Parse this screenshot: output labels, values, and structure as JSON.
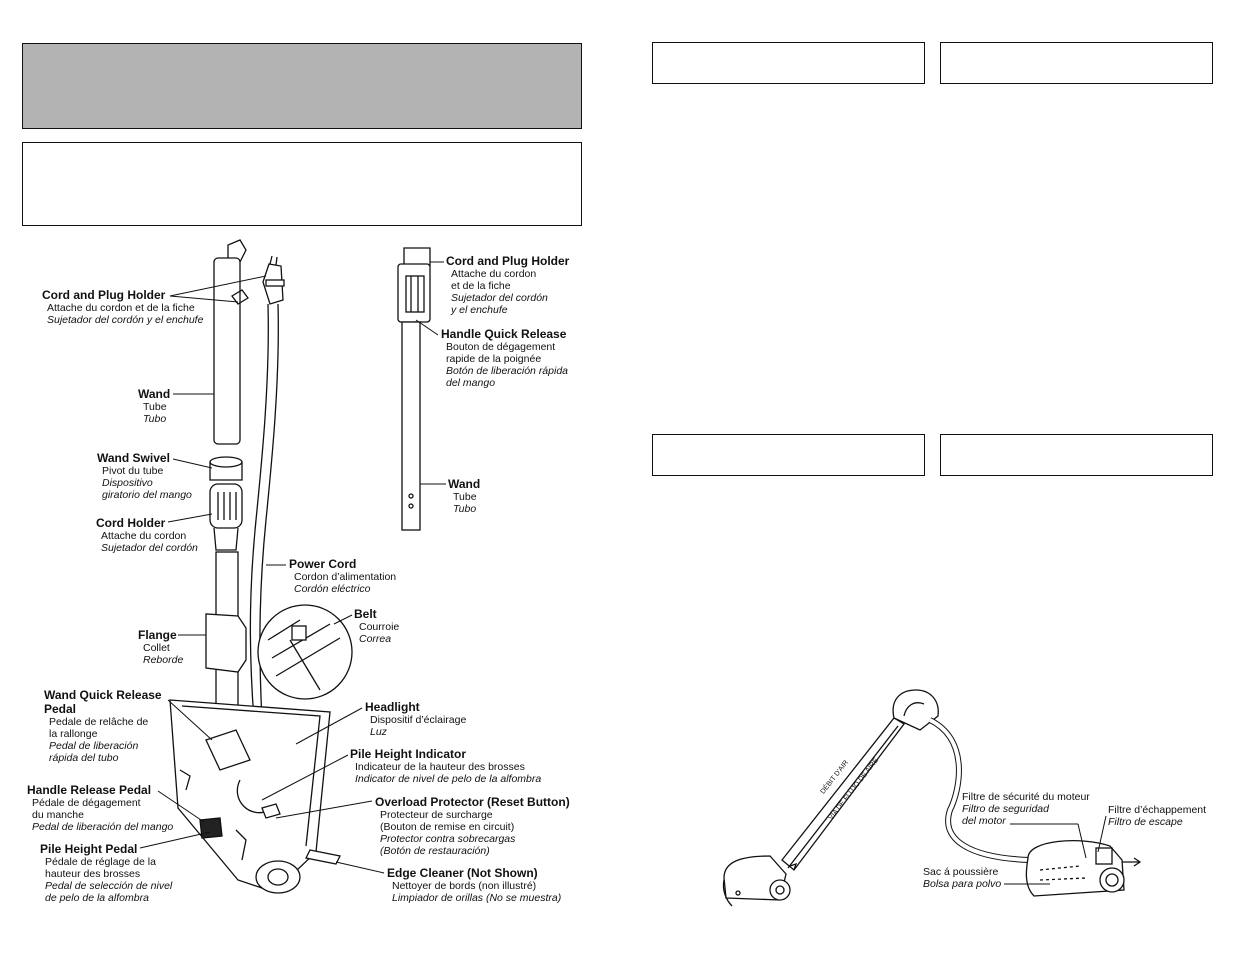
{
  "labels": {
    "cord_plug_holder_left": {
      "en": "Cord and Plug Holder",
      "fr": "Attache du cordon et de la fiche",
      "es": "Sujetador del cordón y el enchufe"
    },
    "wand_left": {
      "en": "Wand",
      "fr": "Tube",
      "es": "Tubo"
    },
    "wand_swivel": {
      "en": "Wand Swivel",
      "fr": "Pivot du tube",
      "es1": "Dispositivo",
      "es2": "giratorio del mango"
    },
    "cord_holder": {
      "en": "Cord Holder",
      "fr": "Attache du cordon",
      "es": "Sujetador del cordón"
    },
    "power_cord": {
      "en": "Power Cord",
      "fr": "Cordon d’alimentation",
      "es": "Cordón eléctrico"
    },
    "flange": {
      "en": "Flange",
      "fr": "Collet",
      "es": "Reborde"
    },
    "belt": {
      "en": "Belt",
      "fr": "Courroie",
      "es": "Correa"
    },
    "wand_quick_release": {
      "en1": "Wand Quick Release",
      "en2": "Pedal",
      "fr1": "Pedale de relâche de",
      "fr2": "la rallonge",
      "es1": "Pedal de liberación",
      "es2": "rápida del tubo"
    },
    "headlight": {
      "en": "Headlight",
      "fr": "Dispositif d’éclairage",
      "es": "Luz"
    },
    "pile_height_indicator": {
      "en": "Pile Height Indicator",
      "fr": "Indicateur de la hauteur des brosses",
      "es": "Indicator de nivel de pelo de la alfombra"
    },
    "handle_release_pedal": {
      "en": "Handle Release Pedal",
      "fr1": "Pédale de dégagement",
      "fr2": "du manche",
      "es": "Pedal de liberación del mango"
    },
    "overload_protector": {
      "en": "Overload Protector (Reset Button)",
      "fr1": "Protecteur de surcharge",
      "fr2": "(Bouton de remise en circuit)",
      "es1": "Protector contra sobrecargas",
      "es2": "(Botón de restauración)"
    },
    "pile_height_pedal": {
      "en": "Pile Height Pedal",
      "fr1": "Pédale de réglage de la",
      "fr2": "hauteur des brosses",
      "es1": "Pedal de selección de nivel",
      "es2": "de pelo de la alfombra"
    },
    "edge_cleaner": {
      "en": "Edge Cleaner (Not Shown)",
      "fr": "Nettoyer de bords (non illustré)",
      "es": "Limpiador de orillas (No se muestra)"
    },
    "cord_plug_holder_right": {
      "en": "Cord and Plug Holder",
      "fr1": "Attache du cordon",
      "fr2": "et de la fiche",
      "es1": "Sujetador del cordón",
      "es2": "y el enchufe"
    },
    "handle_quick_release": {
      "en": "Handle Quick Release",
      "fr1": "Bouton de dégagement",
      "fr2": "rapide de la poignée",
      "es1": "Botón de liberación rápida",
      "es2": "del mango"
    },
    "wand_right": {
      "en": "Wand",
      "fr": "Tube",
      "es": "Tubo"
    }
  },
  "airflow": {
    "motor_filter": {
      "fr": "Filtre de sécurité du moteur",
      "es1": "Filtro de seguridad",
      "es2": "del motor"
    },
    "exhaust_filter": {
      "fr": "Filtre d’échappement",
      "es": "Filtro de escape"
    },
    "dust_bag": {
      "fr": "Sac á poussière",
      "es": "Bolsa para polvo"
    },
    "wand_text": {
      "t1": "DÉBIT",
      "t2": "D'AIR",
      "t3": "VÍA DE FLUJO",
      "t4": "DE AIRE"
    }
  }
}
